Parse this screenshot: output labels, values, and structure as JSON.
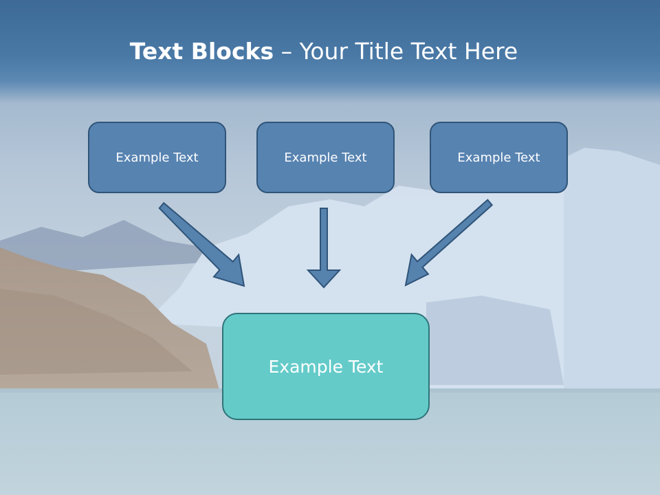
{
  "title": {
    "bold": "Text Blocks",
    "dash": " – ",
    "rest": "Your Title Text Here"
  },
  "blocks": {
    "top": [
      {
        "label": "Example Text"
      },
      {
        "label": "Example Text"
      },
      {
        "label": "Example Text"
      }
    ],
    "main": {
      "label": "Example Text"
    }
  },
  "colors": {
    "title_band": "#4a79a6",
    "top_box_fill": "#5783b1",
    "top_box_border": "#2f5478",
    "main_box_fill": "#64cbc9",
    "main_box_border": "#2e7478",
    "arrow_fill": "#5682ae",
    "arrow_stroke": "#2f5478",
    "text": "#ffffff"
  }
}
